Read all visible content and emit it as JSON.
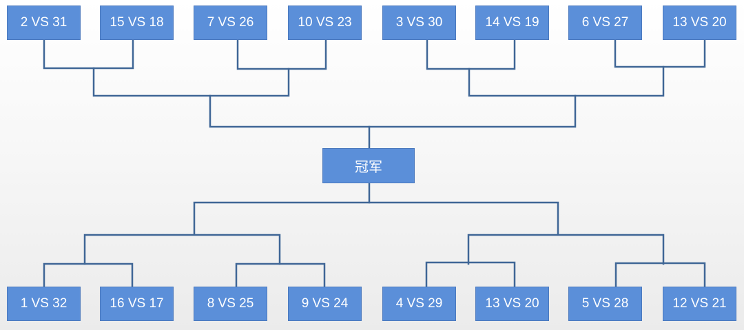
{
  "top_matches": [
    "2 VS 31",
    "15 VS 18",
    "7 VS 26",
    "10 VS 23",
    "3 VS 30",
    "14 VS 19",
    "6 VS 27",
    "13 VS 20"
  ],
  "bottom_matches": [
    "1 VS 32",
    "16 VS 17",
    "8 VS 25",
    "9 VS 24",
    "4 VS 29",
    "13 VS 20",
    "5 VS 28",
    "12 VS 21"
  ],
  "champion_label": "冠军",
  "colors": {
    "box_fill": "#5b8fd9",
    "box_text": "#ffffff",
    "connector": "#3f6696"
  }
}
